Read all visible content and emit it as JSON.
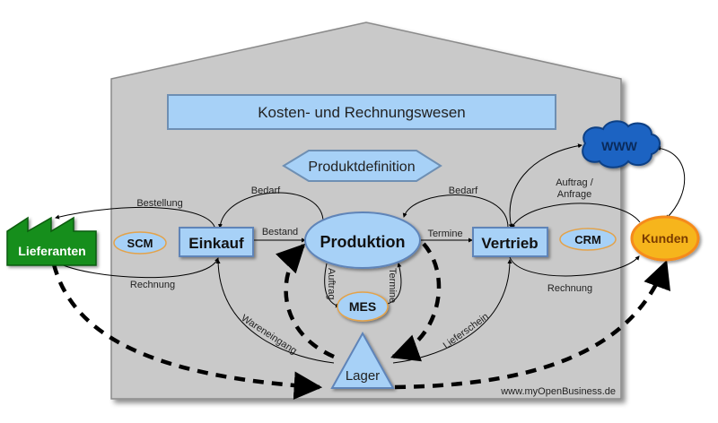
{
  "colors": {
    "house": "#c9c9c9",
    "box_blue": "#a7d1f7",
    "box_border": "#5f84b8",
    "supplier_green": "#138e1b",
    "customer_orange": "#f58a1c",
    "customer_fill": "#f6b51b",
    "cloud_blue": "#1d63c2",
    "arrow": "#000000"
  },
  "icons": {
    "supplier": "factory-icon",
    "internet": "cloud-icon",
    "warehouse": "triangle-icon"
  },
  "header": {
    "title": "Kosten- und Rechnungswesen"
  },
  "product_definition": "Produktdefinition",
  "nodes": {
    "lieferanten": "Lieferanten",
    "scm": "SCM",
    "einkauf": "Einkauf",
    "produktion": "Produktion",
    "vertrieb": "Vertrieb",
    "crm": "CRM",
    "kunden": "Kunden",
    "www": "WWW",
    "mes": "MES",
    "lager": "Lager"
  },
  "edge_labels": {
    "bestellung": "Bestellung",
    "rechnung_left": "Rechnung",
    "bedarf_left": "Bedarf",
    "bestand": "Bestand",
    "bedarf_right": "Bedarf",
    "termine": "Termine",
    "auftrag_anfrage_1": "Auftrag /",
    "auftrag_anfrage_2": "Anfrage",
    "rechnung_right": "Rechnung",
    "auftrag_mes": "Auftrag",
    "termine_mes": "Termine",
    "wareneingang": "Wareneingang",
    "lieferschein": "Lieferschein"
  },
  "footer": {
    "url": "www.myOpenBusiness.de"
  }
}
